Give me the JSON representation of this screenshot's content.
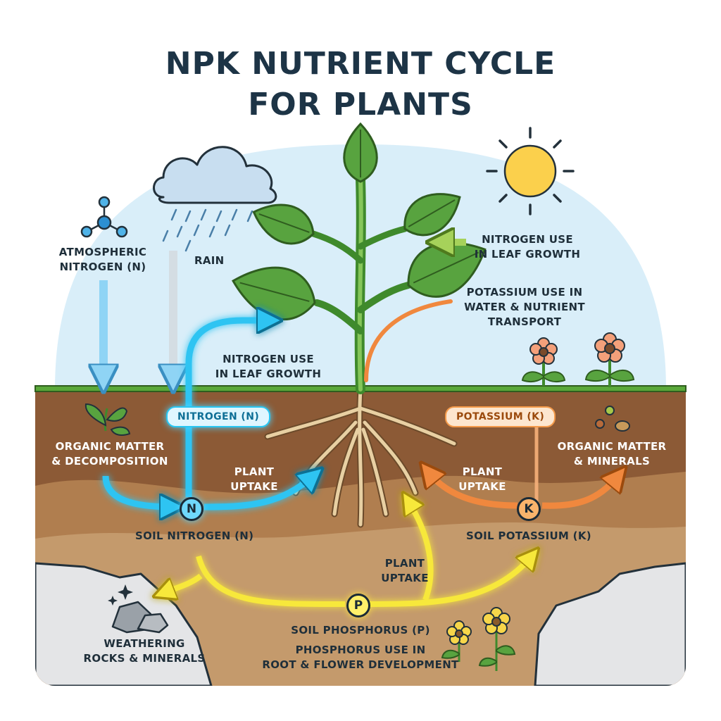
{
  "title": {
    "line1": "NPK NUTRIENT CYCLE",
    "line2": "FOR PLANTS"
  },
  "labels": {
    "atmospheric_nitrogen": [
      "ATMOSPHERIC",
      "NITROGEN (N)"
    ],
    "rain": "RAIN",
    "nitrogen_use_leaf_left": [
      "NITROGEN USE",
      "IN LEAF GROWTH"
    ],
    "nitrogen_use_leaf_right": [
      "NITROGEN USE",
      "IN LEAF GROWTH"
    ],
    "potassium_use": [
      "POTASSIUM USE IN",
      "WATER & NUTRIENT",
      "TRANSPORT"
    ],
    "nitrogen_tag": "NITROGEN (N)",
    "potassium_tag": "POTASSIUM  (K)",
    "organic_matter_decomposition": [
      "ORGANIC MATTER",
      "& DECOMPOSITION"
    ],
    "organic_matter_minerals": [
      "ORGANIC MATTER",
      "& MINERALS"
    ],
    "plant_uptake_left": [
      "PLANT",
      "UPTAKE"
    ],
    "plant_uptake_right": [
      "PLANT",
      "UPTAKE"
    ],
    "plant_uptake_center": [
      "PLANT",
      "UPTAKE"
    ],
    "soil_nitrogen": "SOIL NITROGEN (N)",
    "soil_potassium": "SOIL POTASSIUM (K)",
    "soil_phosphorus": "SOIL PHOSPHORUS (P)",
    "phosphorus_use": [
      "PHOSPHORUS USE IN",
      "ROOT & FLOWER DEVELOPMENT"
    ],
    "weathering": [
      "WEATHERING",
      "ROCKS & MINERALS"
    ]
  },
  "nodes": {
    "n": "N",
    "k": "K",
    "p": "P"
  },
  "colors": {
    "nitrogen": "#2fc4f2",
    "potassium": "#f0883e",
    "phosphorus": "#f7e83a",
    "sky": "#d9eef9",
    "grass": "#5aa83a",
    "soil_top": "#8c5a36",
    "soil_mid": "#b07e4f",
    "soil_deep": "#c49a6c",
    "rock": "#e4e5e7",
    "leaf": "#58a33f",
    "sun": "#fbd04c"
  },
  "icons": {
    "molecule": "molecule-icon",
    "cloud": "cloud-icon",
    "sun": "sun-icon",
    "sprout": "sprout-icon",
    "minerals": "minerals-icon",
    "rocks": "rocks-icon",
    "sparkle": "sparkle-icon",
    "flower": "flower-icon"
  }
}
